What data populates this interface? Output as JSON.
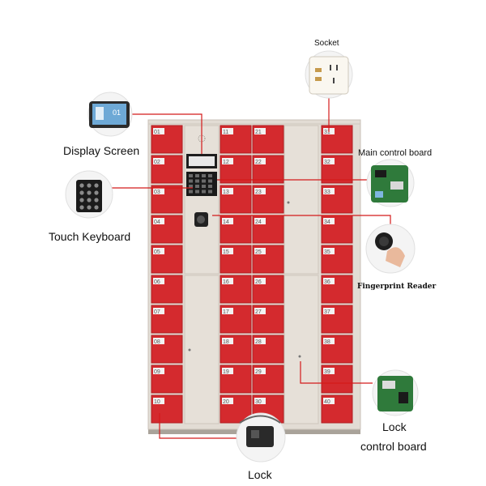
{
  "colors": {
    "cabinet": "#e2dcd4",
    "cabinet_edge": "#c9c2b8",
    "door_red": "#d42a2e",
    "door_red_dark": "#b01e22",
    "leader_red": "#d41a1a",
    "screen_blue": "#6ea9d6"
  },
  "labels": {
    "display_screen": "Display Screen",
    "touch_keyboard": "Touch Keyboard",
    "socket": "Socket",
    "main_control_board": "Main control board",
    "fingerprint_reader": "Fingerprint Reader",
    "lock_control_board_line1": "Lock",
    "lock_control_board_line2": "control board",
    "lock": "Lock"
  },
  "screen_readout": "01",
  "lockers": {
    "col1": [
      "01",
      "02",
      "03",
      "04",
      "05",
      "06",
      "07",
      "08",
      "09",
      "10"
    ],
    "col3": [
      "11",
      "12",
      "13",
      "14",
      "15",
      "16",
      "17",
      "18",
      "19",
      "20"
    ],
    "col4": [
      "21",
      "22",
      "23",
      "24",
      "25",
      "26",
      "27",
      "28",
      "29",
      "30"
    ],
    "col6": [
      "31",
      "32",
      "33",
      "34",
      "35",
      "36",
      "37",
      "38",
      "39",
      "40"
    ]
  },
  "icons": {
    "display_screen": "display-screen-photo-icon",
    "touch_keyboard": "keypad-photo-icon",
    "socket": "power-socket-photo-icon",
    "main_control_board": "circuit-board-photo-icon",
    "fingerprint_reader": "fingerprint-finger-photo-icon",
    "lock_control_board": "circuit-board-photo-icon",
    "lock": "electronic-lock-photo-icon"
  }
}
